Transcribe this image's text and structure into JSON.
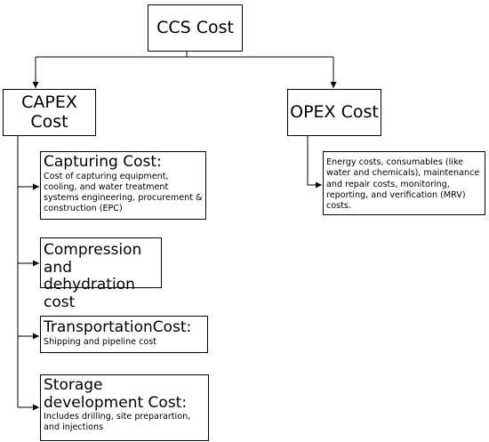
{
  "root": {
    "label": "CCS Cost"
  },
  "capex": {
    "label": "CAPEX Cost",
    "items": [
      {
        "title": "Capturing Cost:",
        "desc": "Cost of capturing equipment, cooling, and water treatment systems engineering, procurement & construction (EPC)"
      },
      {
        "title": "Compression and dehydration cost",
        "desc": ""
      },
      {
        "title": "TransportationCost:",
        "desc": "Shipping and pipeline cost"
      },
      {
        "title": "Storage development Cost:",
        "desc": "Includes drilling, site preparartion, and injections"
      }
    ]
  },
  "opex": {
    "label": "OPEX Cost",
    "desc": "Energy costs, consumables (like water and chemicals), maintenance and repair costs, monitoring, reporting, and verification (MRV) costs."
  }
}
